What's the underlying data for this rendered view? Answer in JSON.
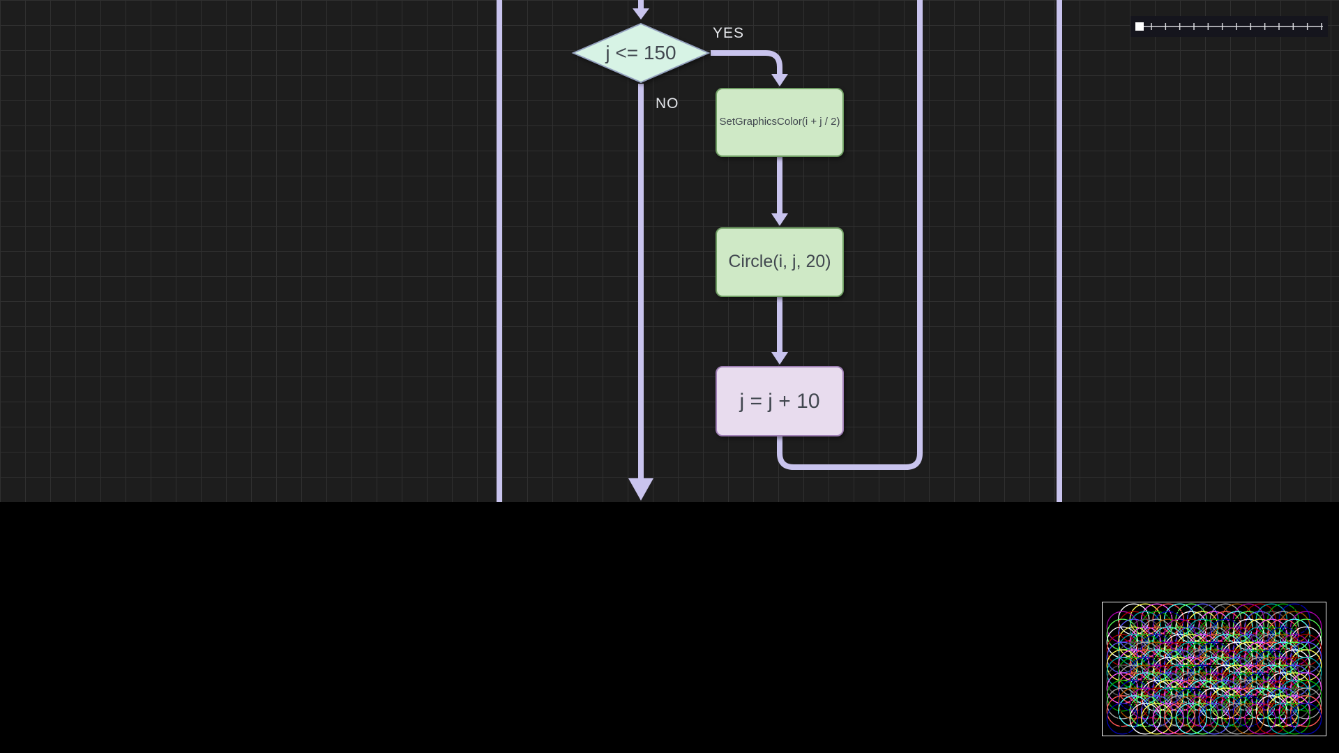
{
  "canvas": {
    "background": "#1d1d1d",
    "grid_line_color": "#303030"
  },
  "flowchart": {
    "connector_color": "#c9c4ee",
    "text_color": "#41474f",
    "decision": {
      "text": "j <= 150",
      "fill": "#d7f3e5",
      "border": "#93a0bd"
    },
    "branch_labels": {
      "yes": "YES",
      "no": "NO"
    },
    "nodes": [
      {
        "type": "call",
        "text": "SetGraphicsColor(i + j / 2)",
        "fill": "#cfe9c6",
        "border": "#6f9e63"
      },
      {
        "type": "call",
        "text": "Circle(i,  j,  20)",
        "fill": "#cfe9c6",
        "border": "#6f9e63"
      },
      {
        "type": "assignment",
        "text": "j = j + 10",
        "fill": "#e8dcee",
        "border": "#9f7fb5"
      }
    ]
  },
  "slider": {
    "ticks": 13,
    "handle_position": 0,
    "track_color": "#d9dade",
    "handle_color": "#ffffff",
    "background": "#15151d"
  },
  "graphics_output": {
    "border_color": "#f2f2f2",
    "background": "#000000",
    "pattern": {
      "i_start": 0,
      "i_end": 240,
      "i_step": 15,
      "j_start": 0,
      "j_end": 130,
      "j_step": 10,
      "radius": 20,
      "color_rule": "(i + j / 2) mod 16",
      "palette": [
        "#000000",
        "#0000AA",
        "#00AA00",
        "#00AAAA",
        "#AA0000",
        "#AA00AA",
        "#AA5500",
        "#AAAAAA",
        "#555555",
        "#5555FF",
        "#55FF55",
        "#55FFFF",
        "#FF5555",
        "#FF55FF",
        "#FFFF55",
        "#FFFFFF"
      ]
    }
  }
}
